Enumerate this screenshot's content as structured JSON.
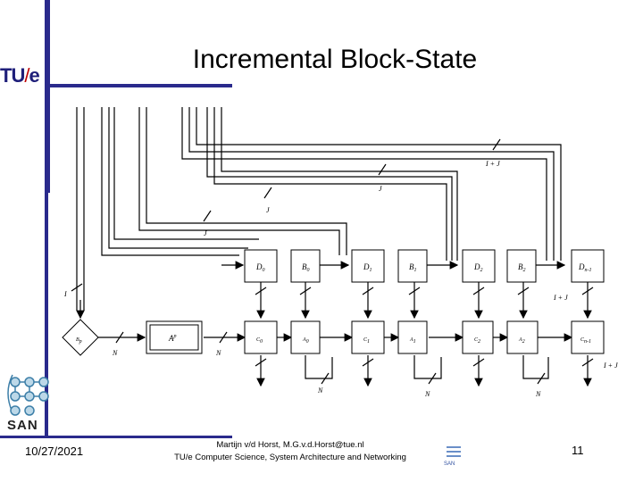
{
  "slide": {
    "title": "Incremental Block-State",
    "footer_date": "10/27/2021",
    "footer_author": "Martijn v/d Horst, M.G.v.d.Horst@tue.nl",
    "footer_affiliation": "TU/e Computer Science, System Architecture and Networking",
    "page_number": "11",
    "logo_tue": "TU",
    "logo_tue_e": "e",
    "logo_san": "SAN"
  },
  "diagram": {
    "top_row_blocks": [
      "D",
      "B",
      "D",
      "B",
      "D",
      "B",
      "D"
    ],
    "top_row_subs": [
      "0",
      "0",
      "1",
      "1",
      "2",
      "2",
      "n-1"
    ],
    "bottom_row_blocks": [
      "C",
      "A",
      "C",
      "A",
      "C",
      "A",
      "C"
    ],
    "bottom_row_subs": [
      "0",
      "0",
      "1",
      "1",
      "2",
      "2",
      "n-1"
    ],
    "bp_label": "B",
    "bp_sub": "p",
    "ap_label": "A",
    "ap_sup": "p",
    "wire_labels": {
      "top_ij": "I + J",
      "j1": "J",
      "j2": "J",
      "j3": "J",
      "left_i": "I",
      "n_label": "N",
      "right_ij": "I + J",
      "mid_ij": "I + J"
    }
  }
}
